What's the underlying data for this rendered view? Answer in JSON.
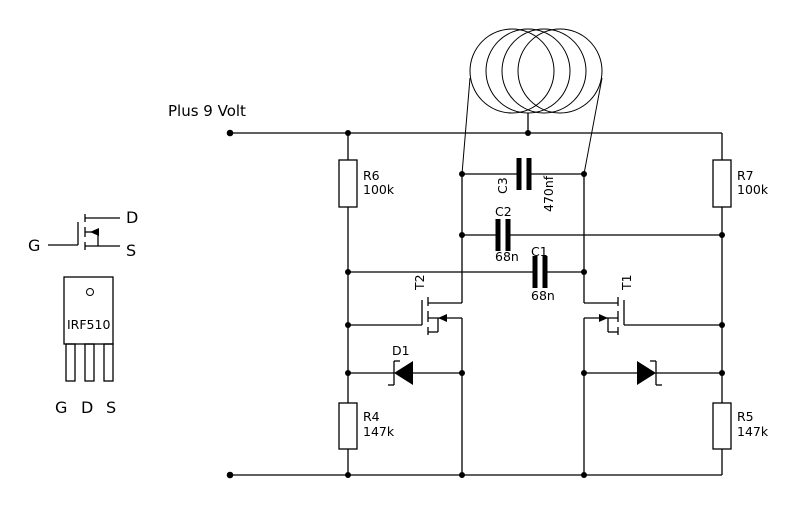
{
  "supply_label": "Plus 9 Volt",
  "components": {
    "R6": {
      "ref": "R6",
      "value": "100k"
    },
    "R7": {
      "ref": "R7",
      "value": "100k"
    },
    "R4": {
      "ref": "R4",
      "value": "147k"
    },
    "R5": {
      "ref": "R5",
      "value": "147k"
    },
    "C1": {
      "ref": "C1",
      "value": "68n"
    },
    "C2": {
      "ref": "C2",
      "value": "68n"
    },
    "C3": {
      "ref": "C3",
      "value": "470nf"
    },
    "T1": {
      "ref": "T1"
    },
    "T2": {
      "ref": "T2"
    },
    "D1": {
      "ref": "D1"
    }
  },
  "mosfet_legend": {
    "gate": "G",
    "drain": "D",
    "source": "S",
    "part_number": "IRF510",
    "pins": [
      "G",
      "D",
      "S"
    ]
  }
}
